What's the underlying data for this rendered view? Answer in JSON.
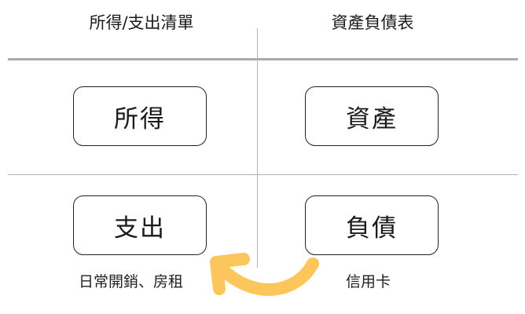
{
  "headers": {
    "left": "所得/支出清單",
    "right": "資產負債表"
  },
  "boxes": {
    "income": "所得",
    "expense": "支出",
    "assets": "資產",
    "liabilities": "負債"
  },
  "notes": {
    "expense": "日常開銷、房租",
    "liabilities": "信用卡"
  },
  "colors": {
    "arrow": "#fcc65c",
    "divider": "#aaaaaa",
    "box_border": "#222222"
  }
}
